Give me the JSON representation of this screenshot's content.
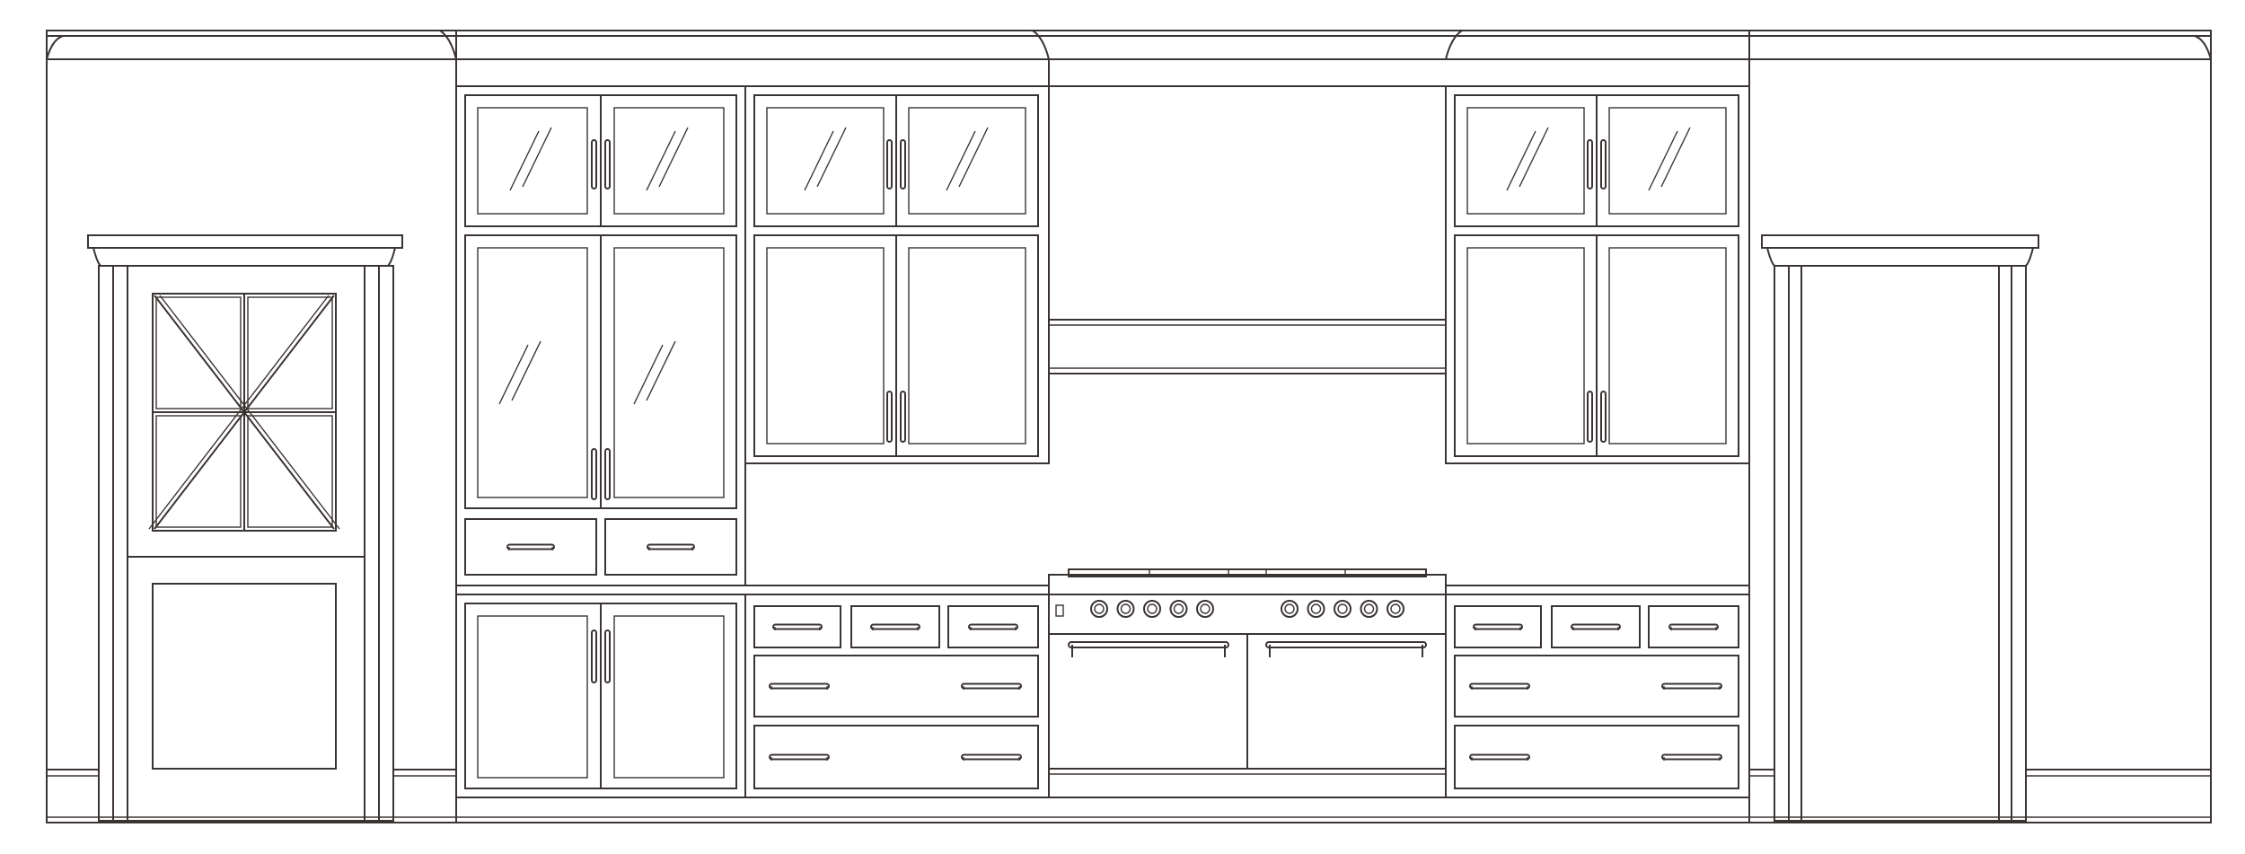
{
  "drawing": {
    "view": "kitchen-elevation",
    "line_color": "#3a3433",
    "background_color": "#ffffff"
  },
  "elements": {
    "crown_molding": {
      "icon": "crown-molding-icon"
    },
    "left_door": {
      "icon": "door-icon",
      "glass_grid": "2x2"
    },
    "right_doorway": {
      "icon": "doorway-icon"
    },
    "tall_pantry": {
      "icon": "glass-cabinet-icon",
      "upper_glass_pairs": 2,
      "drawers": 2
    },
    "upper_cabinets": {
      "icon": "cabinet-icon",
      "count": 2
    },
    "range_hood": {
      "icon": "range-hood-icon"
    },
    "range": {
      "icon": "range-icon",
      "knobs": 10,
      "oven_doors": 2
    },
    "base_cabinets": {
      "icon": "drawer-icon",
      "count": 3
    }
  }
}
